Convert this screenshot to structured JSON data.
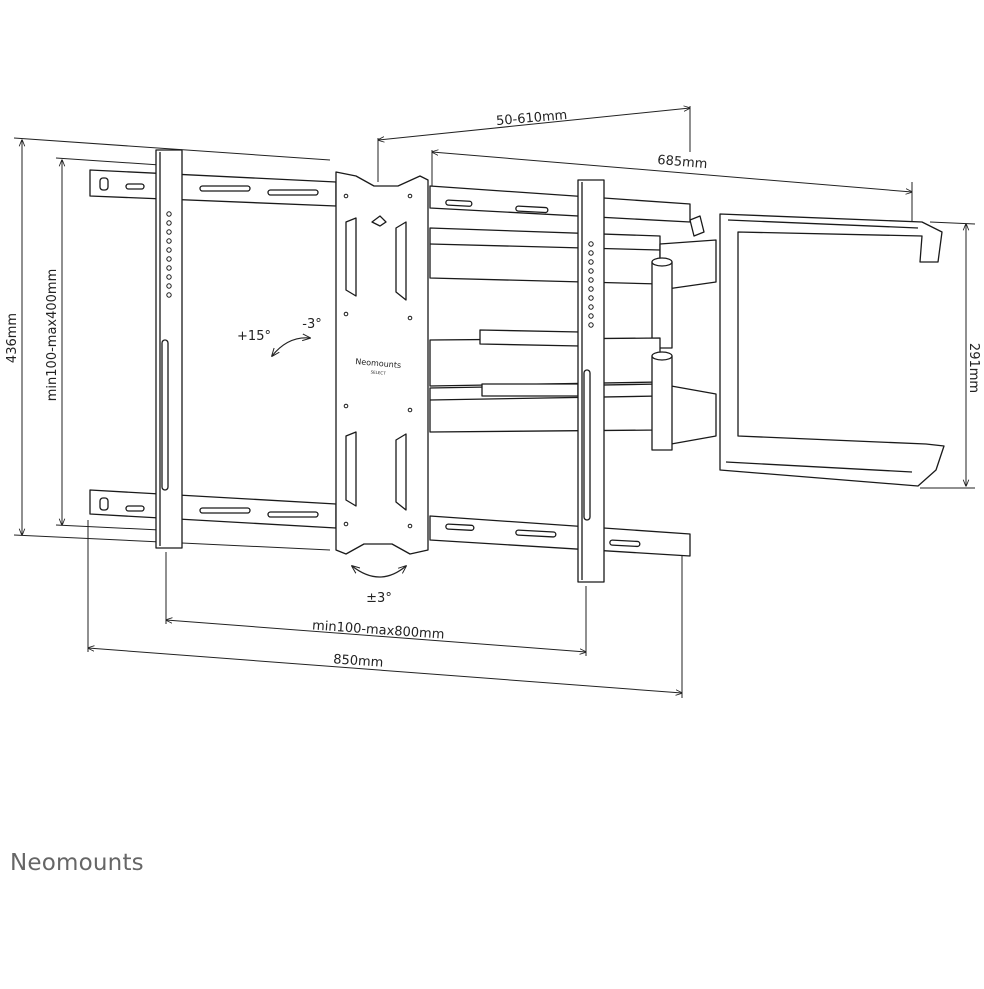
{
  "dimensions": {
    "depth_range": "50-610mm",
    "arm_width": "685mm",
    "overall_height": "436mm",
    "vesa_vertical": "min100-max400mm",
    "wall_plate_height": "291mm",
    "vesa_horizontal": "min100-max800mm",
    "overall_width": "850mm"
  },
  "tilt": {
    "up": "+15°",
    "down": "-3°",
    "roll": "±3°"
  },
  "plate_logo": {
    "brand": "Neomounts",
    "sub": "SELECT"
  },
  "brand": "Neomounts",
  "colors": {
    "line": "#1a1a1a",
    "brand_gray": "#666666"
  }
}
